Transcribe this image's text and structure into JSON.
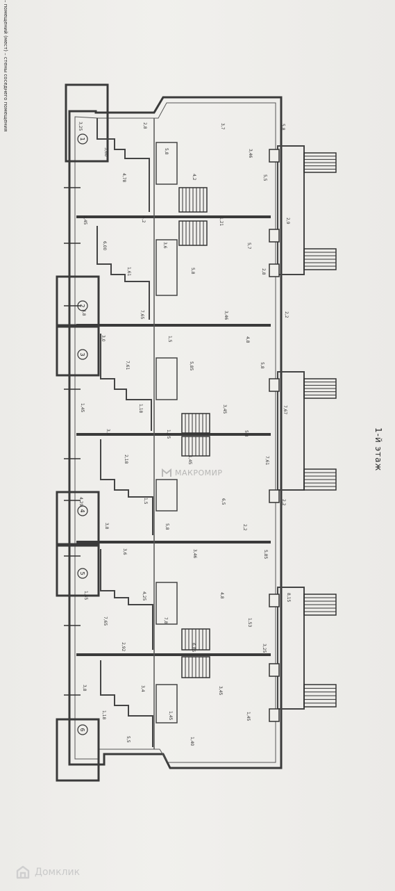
{
  "document": {
    "side_note": "– помещений (мест) – стены соседнего помещения",
    "floor_title": "1-й этаж"
  },
  "watermarks": {
    "center": "МАКРОМИР",
    "bottom": "Домклик"
  },
  "circled_labels": [
    "1",
    "2",
    "3",
    "4",
    "5",
    "6"
  ],
  "dimensions": [
    "3,25",
    "3,60",
    "4,78",
    "2,8",
    "5,8",
    "4,2",
    "3,7",
    "3,46",
    "5,5",
    "5,8",
    "1,45",
    "6,00",
    "1,61",
    "4,2",
    "3,6",
    "5,8",
    "1,21",
    "5,7",
    "2,8",
    "2,9",
    "3,8",
    "3,0",
    "7,61",
    "7,65",
    "1,5",
    "5,85",
    "3,46",
    "4,8",
    "5,8",
    "2,2",
    "1,45",
    "3,8",
    "2,18",
    "1,18",
    "1,05",
    "1,45",
    "3,45",
    "5,8",
    "7,61",
    "7,67",
    "4,29",
    "3,8",
    "3,6",
    "1,5",
    "5,8",
    "3,46",
    "6,5",
    "2,2",
    "5,85",
    "2,2",
    "1,45",
    "7,65",
    "2,92",
    "4,25",
    "7,8",
    "6,85",
    "4,8",
    "1,53",
    "3,25",
    "8,15",
    "3,8",
    "1,18",
    "5,5",
    "3,4",
    "1,45",
    "1,40",
    "3,45",
    "1,45"
  ]
}
